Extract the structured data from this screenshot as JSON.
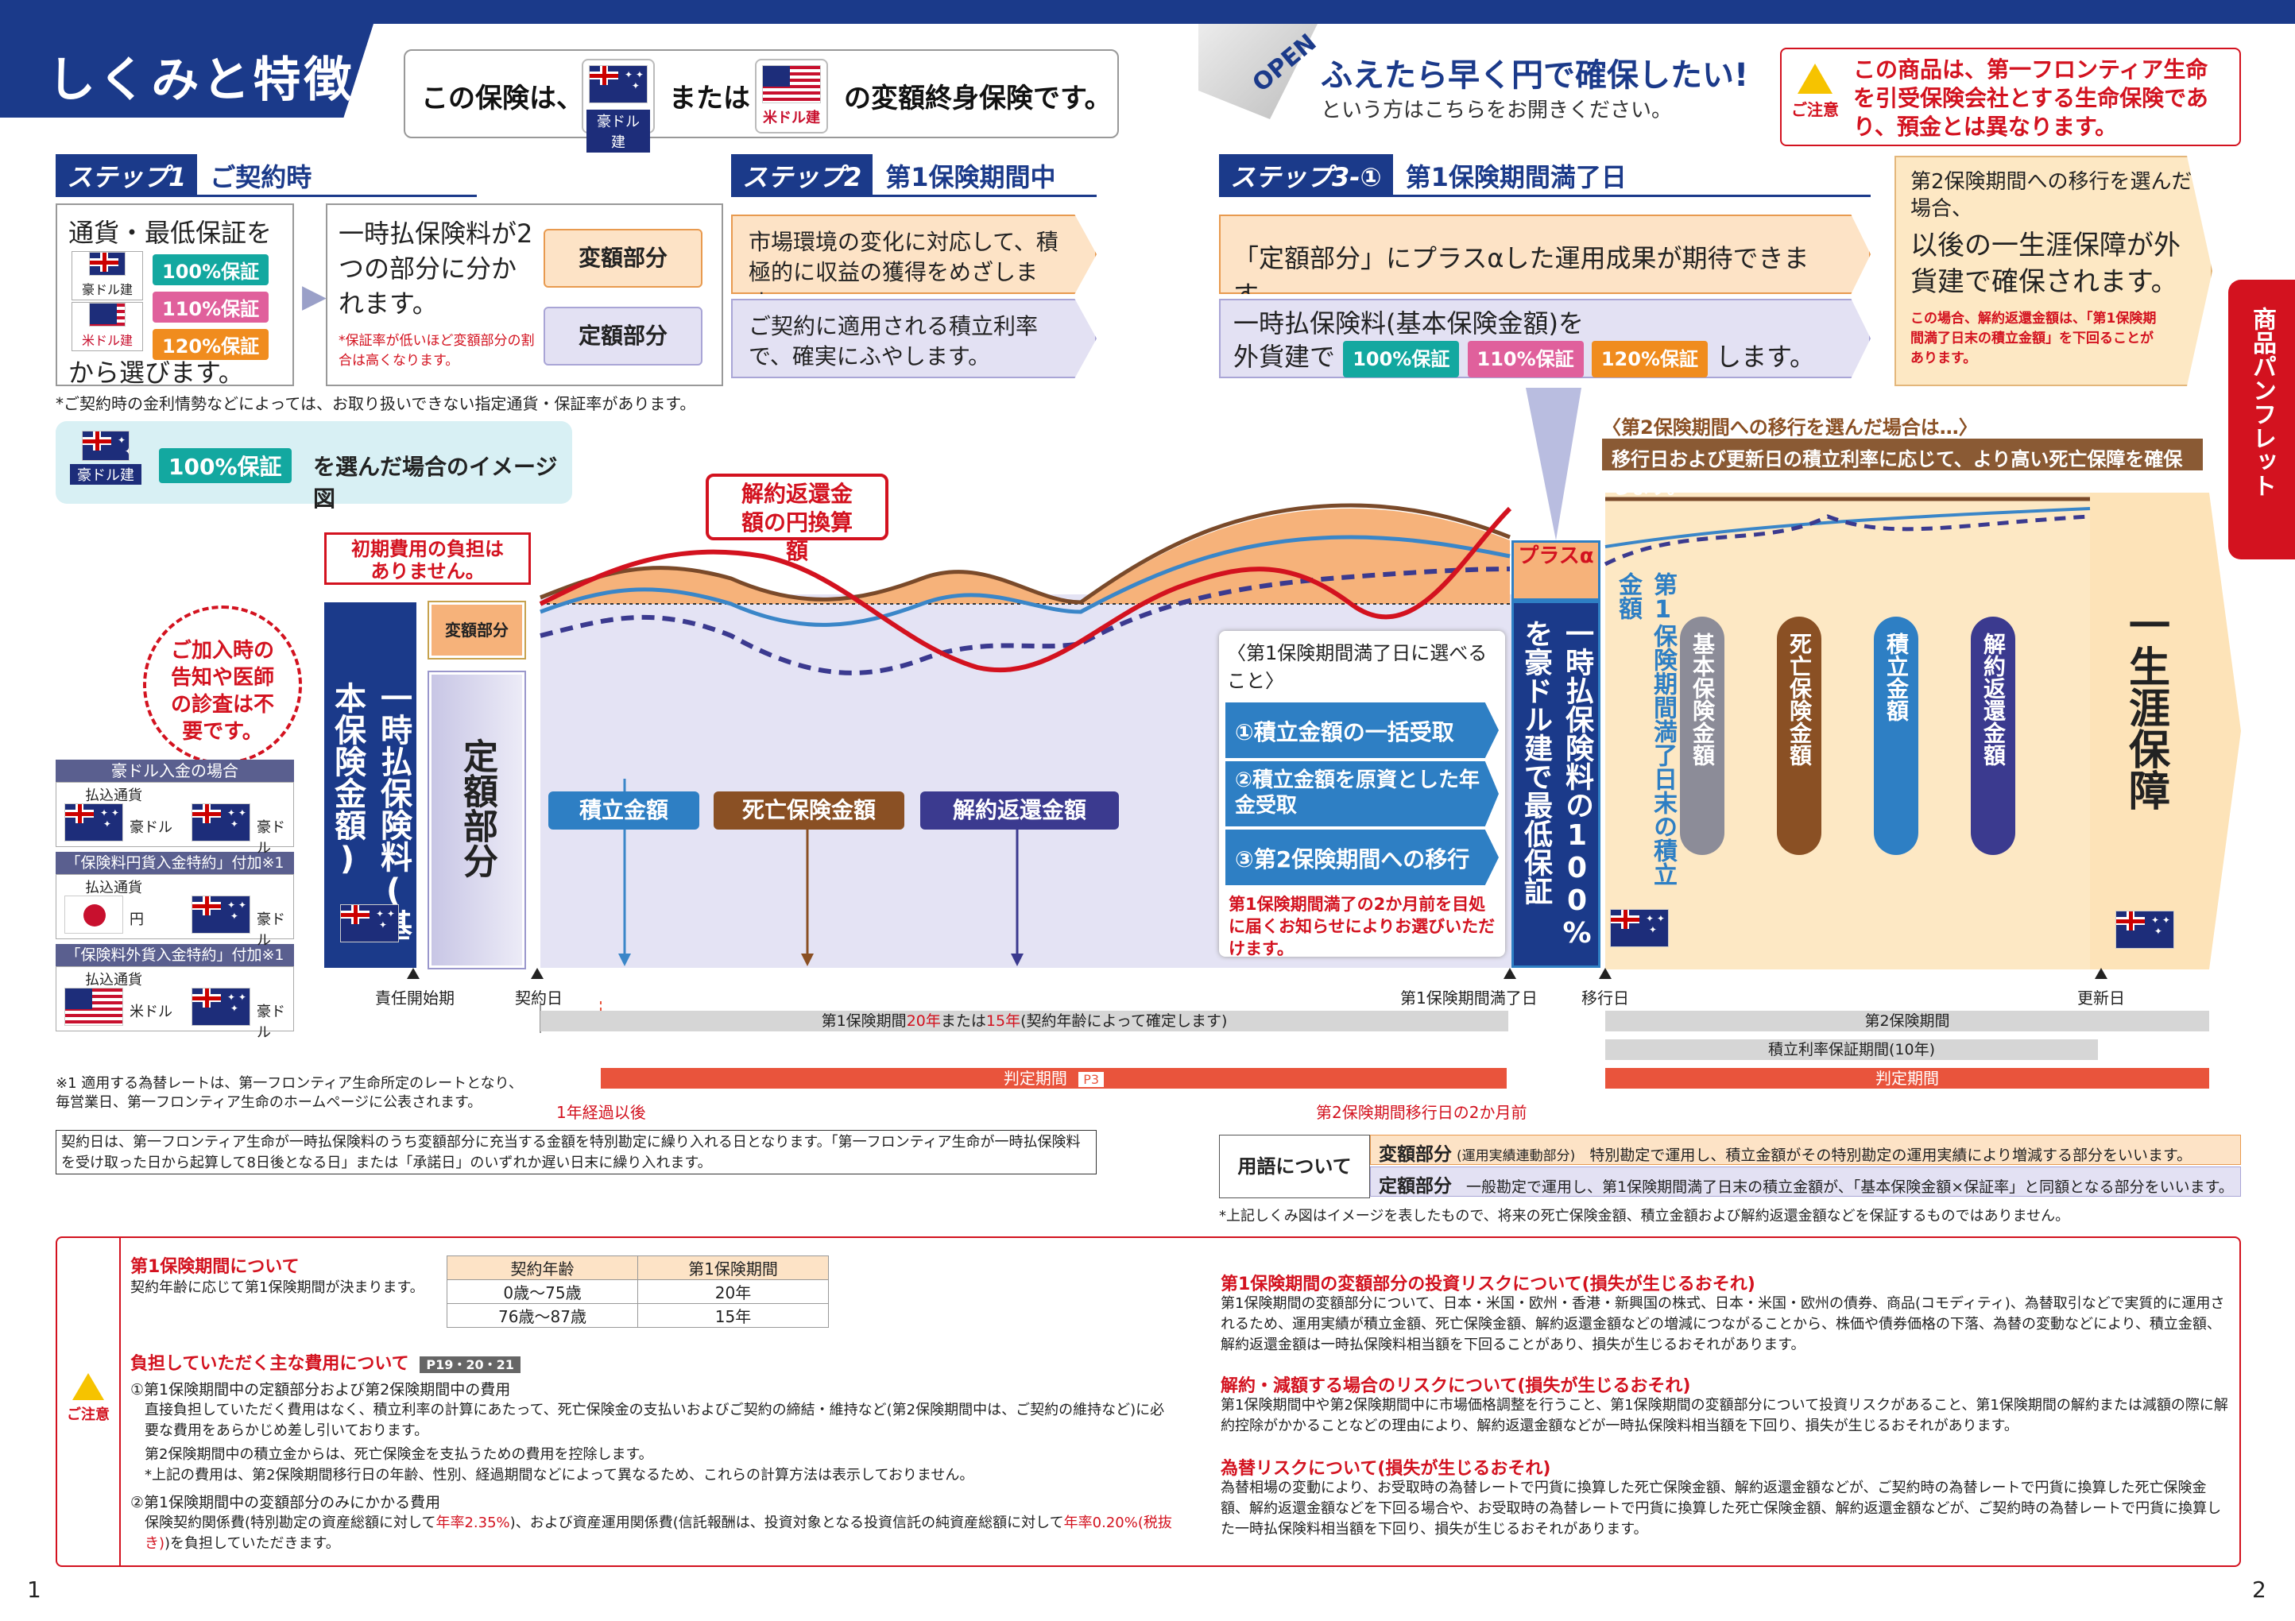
{
  "header": {
    "title": "しくみと特徴",
    "intro_1": "この保険は、",
    "intro_2": "または",
    "intro_3": "の変額終身保険です。",
    "aud_tag": "豪ドル建",
    "usd_tag": "米ドル建",
    "open_label": "OPEN",
    "open_main": "ふえたら早く円で確保したい!",
    "open_sub": "という方はこちらをお開きください。",
    "caution_label": "ご注意",
    "caution_text": "この商品は、第一フロンティア生命を引受保険会社とする生命保険であり、預金とは異なります。",
    "side_tab": "商品パンフレット"
  },
  "step1": {
    "badge": "ステップ1",
    "title": "ご契約時",
    "line1": "通貨・最低保証を",
    "aud": "豪ドル建",
    "usd": "米ドル建",
    "chips": [
      "100%保証",
      "110%保証",
      "120%保証"
    ],
    "line2": "から選びます。",
    "premium_text": "一時払保険料が2つの部分に分かれます。",
    "note": "*保証率が低いほど変額部分の割合は高くなります。",
    "variable": "変額部分",
    "fixed": "定額部分",
    "footnote": "*ご契約時の金利情勢などによっては、お取り扱いできない指定通貨・保証率があります。"
  },
  "step2": {
    "badge": "ステップ2",
    "title": "第1保険期間中",
    "variable_text": "市場環境の変化に対応して、積極的に収益の獲得をめざします。",
    "fixed_text": "ご契約に適用される積立利率で、確実にふやします。"
  },
  "step3": {
    "badge": "ステップ3-①",
    "title": "第1保険期間満了日",
    "line1": "「定額部分」にプラスαした運用成果が期待できます。",
    "line2a": "一時払保険料(基本保険金額)を",
    "line2b": "外貨建で",
    "line2c": "します。",
    "right_1": "第2保険期間への移行を選んだ場合、",
    "right_2": "以後の一生涯保障が外貨建で確保されます。",
    "right_note": "この場合、解約返還金額は、「第1保険期間満了日末の積立金額」を下回ることがあります。"
  },
  "image_caption": {
    "aud": "豪ドル建",
    "chip": "100%保証",
    "text": "を選んだ場合のイメージ図"
  },
  "chart": {
    "no_medical": "ご加入時の告知や医師の診査は不要です。",
    "no_initial_cost": "初期費用の負担はありません。",
    "yen_label": "解約返還金額の円換算額",
    "premium_vertical": "一時払保険料(基本保険金額)",
    "variable_small": "変額部分",
    "fixed_vertical": "定額部分",
    "labels": [
      "積立金額",
      "死亡保険金額",
      "解約返還金額"
    ],
    "choices_title": "〈第1保険期間満了日に選べること〉",
    "choices": [
      "①積立金額の一括受取",
      "②積立金額を原資とした年金受取",
      "③第2保険期間への移行"
    ],
    "choices_note": "第1保険期間満了の2か月前を目処に届くお知らせによりお選びいただけます。",
    "plus_alpha": "プラスα",
    "guarantee_vertical": "一時払保険料の100%を豪ドル建で最低保証",
    "end_amount_vertical": "第1保険期間満了日末の積立金額",
    "phase2_title": "〈第2保険期間への移行を選んだ場合は…〉",
    "phase2_banner": "移行日および更新日の積立利率に応じて、より高い死亡保障を確保します。",
    "phase2_pills": [
      "基本保険金額",
      "死亡保険金額",
      "積立金額",
      "解約返還金額"
    ],
    "lifetime": "一生涯保障"
  },
  "left_table": {
    "case1_head": "豪ドル入金の場合",
    "case2_head": "「保険料円貨入金特約」付加※1",
    "case3_head": "「保険料外貨入金特約」付加※1",
    "pay_currency": "払込通貨",
    "aud": "豪ドル",
    "yen": "円",
    "usd": "米ドル",
    "footnote": "※1 適用する為替レートは、第一フロンティア生命所定のレートとなり、毎営業日、第一フロンティア生命のホームページに公表されます。"
  },
  "timeline": {
    "start": "責任開始期",
    "contract": "契約日",
    "end1": "第1保険期間満了日",
    "transfer": "移行日",
    "renew": "更新日",
    "period1_a": "第1保険期間",
    "period1_b": "20年",
    "period1_c": "または",
    "period1_d": "15年",
    "period1_e": "(契約年齢によって確定します)",
    "judge": "判定期間",
    "judge_ref": "P3",
    "one_year": "1年経過以後",
    "two_months": "第2保険期間移行日の2か月前",
    "period2": "第2保険期間",
    "guarantee10": "積立利率保証期間(10年)",
    "judge2": "判定期間",
    "contract_note": "契約日は、第一フロンティア生命が一時払保険料のうち変額部分に充当する金額を特別勘定に繰り入れる日となります。「第一フロンティア生命が一時払保険料を受け取った日から起算して8日後となる日」または「承諾日」のいずれか遅い日末に繰り入れます。"
  },
  "terms": {
    "label": "用語について",
    "variable_name": "変額部分",
    "variable_sub": "(運用実績連動部分)",
    "variable_desc": "特別勘定で運用し、積立金額がその特別勘定の運用実績により増減する部分をいいます。",
    "fixed_name": "定額部分",
    "fixed_desc": "一般勘定で運用し、第1保険期間満了日末の積立金額が、「基本保険金額×保証率」と同額となる部分をいいます。",
    "note": "*上記しくみ図はイメージを表したもので、将来の死亡保険金額、積立金額および解約返還金額などを保証するものではありません。"
  },
  "bottom": {
    "caution": "ご注意",
    "p1_title": "第1保険期間について",
    "p1_text": "契約年齢に応じて第1保険期間が決まります。",
    "table_head": [
      "契約年齢",
      "第1保険期間"
    ],
    "table_rows": [
      [
        "0歳～75歳",
        "20年"
      ],
      [
        "76歳～87歳",
        "15年"
      ]
    ],
    "cost_title": "負担していただく主な費用について",
    "cost_ref": "P19・20・21",
    "cost1_title": "①第1保険期間中の定額部分および第2保険期間中の費用",
    "cost1_text": "直接負担していただく費用はなく、積立利率の計算にあたって、死亡保険金の支払いおよびご契約の締結・維持など(第2保険期間中は、ご契約の維持など)に必要な費用をあらかじめ差し引いております。",
    "cost1_text2": "第2保険期間中の積立金からは、死亡保険金を支払うための費用を控除します。",
    "cost1_text3": "*上記の費用は、第2保険期間移行日の年齢、性別、経過期間などによって異なるため、これらの計算方法は表示しておりません。",
    "cost2_title": "②第1保険期間中の変額部分のみにかかる費用",
    "cost2_a": "保険契約関係費(特別勘定の資産総額に対して",
    "cost2_b": "年率2.35%",
    "cost2_c": ")、および資産運用関係費(信託報酬は、投資対象となる投資信託の純資産総額に対して",
    "cost2_d": "年率0.20%(税抜き)",
    "cost2_e": ")を負担していただきます。",
    "risk1_title": "第1保険期間の変額部分の投資リスクについて(損失が生じるおそれ)",
    "risk1_text": "第1保険期間の変額部分について、日本・米国・欧州・香港・新興国の株式、日本・米国・欧州の債券、商品(コモディティ)、為替取引などで実質的に運用されるため、運用実績が積立金額、死亡保険金額、解約返還金額などの増減につながることから、株価や債券価格の下落、為替の変動などにより、積立金額、解約返還金額は一時払保険料相当額を下回ることがあり、損失が生じるおそれがあります。",
    "risk2_title": "解約・減額する場合のリスクについて(損失が生じるおそれ)",
    "risk2_text": "第1保険期間中や第2保険期間中に市場価格調整を行うこと、第1保険期間の変額部分について投資リスクがあること、第1保険期間の解約または減額の際に解約控除がかかることなどの理由により、解約返還金額などが一時払保険料相当額を下回り、損失が生じるおそれがあります。",
    "risk3_title": "為替リスクについて(損失が生じるおそれ)",
    "risk3_text": "為替相場の変動により、お受取時の為替レートで円貨に換算した死亡保険金額、解約返還金額などが、ご契約時の為替レートで円貨に換算した死亡保険金額、解約返還金額などを下回る場合や、お受取時の為替レートで円貨に換算した死亡保険金額、解約返還金額などが、ご契約時の為替レートで円貨に換算した一時払保険料相当額を下回り、損失が生じるおそれがあります。",
    "page_left": "1",
    "page_right": "2"
  },
  "colors": {
    "navy": "#1b3a8a",
    "red": "#d3121f",
    "orange": "#f08c1e",
    "teal": "#13a8a0",
    "pink": "#e0609c"
  }
}
